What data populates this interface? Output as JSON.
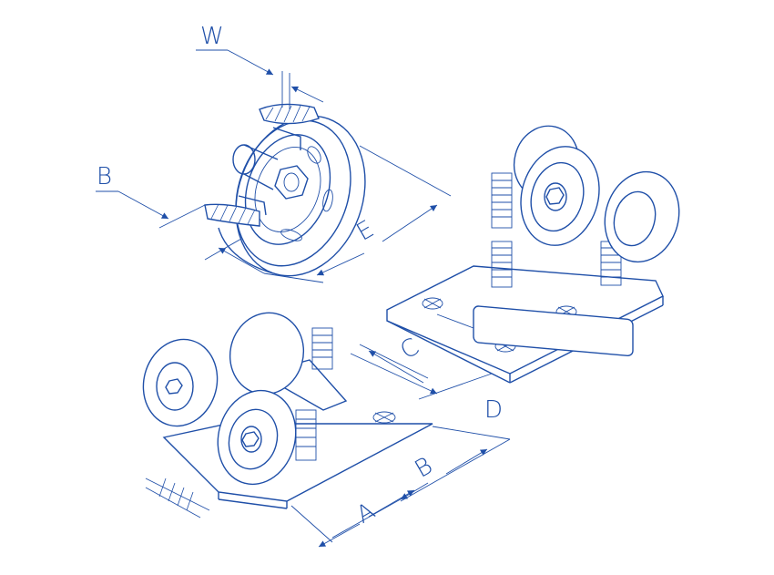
{
  "labels": {
    "w": "W",
    "b_top": "B",
    "e": "E",
    "c": "C",
    "d": "D",
    "a": "A",
    "b_bottom": "B"
  },
  "colors": {
    "line": "#1f4fa8",
    "background": "#ffffff"
  }
}
